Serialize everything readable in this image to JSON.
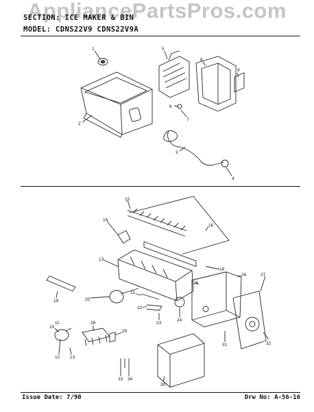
{
  "watermark": "AppliancePartsPros.com",
  "header": {
    "section_line": "SECTION: ICE MAKER & BIN",
    "model_line": "MODEL: CDNS22V9  CDNS22V9A"
  },
  "footer": {
    "issue_date": "Issue Date: 7/90",
    "drawing_no": "Drw No: A-56-16"
  },
  "callouts": [
    "1",
    "2",
    "3",
    "4",
    "5",
    "6",
    "7",
    "8",
    "9",
    "14",
    "15",
    "16",
    "17",
    "18",
    "19",
    "20",
    "21",
    "22",
    "23",
    "24",
    "25",
    "26",
    "27",
    "28",
    "29",
    "30",
    "31",
    "32",
    "33",
    "34",
    "10",
    "11",
    "12",
    "13"
  ]
}
